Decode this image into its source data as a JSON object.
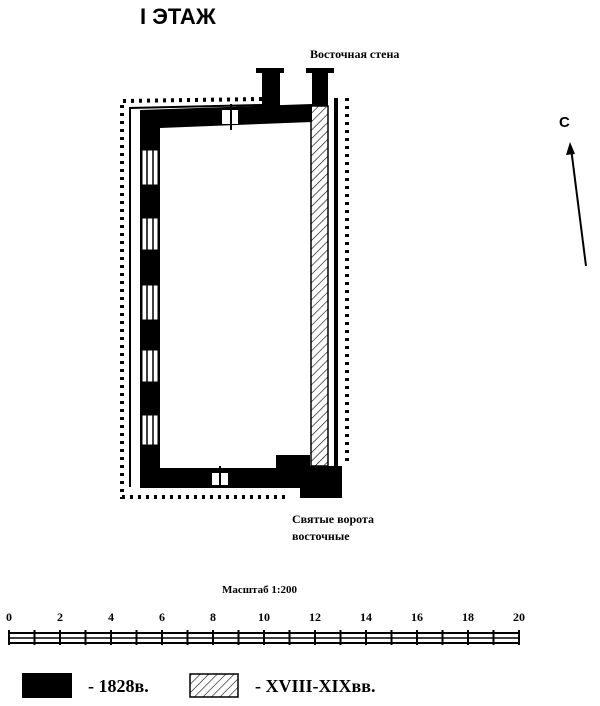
{
  "title": "I ЭТАЖ",
  "labels": {
    "east_wall": "Восточная стена",
    "gate_line1": "Святые ворота",
    "gate_line2": "восточные",
    "north": "С"
  },
  "scale": {
    "title": "Масштаб 1:200",
    "ticks": [
      "0",
      "2",
      "4",
      "6",
      "8",
      "10",
      "12",
      "14",
      "16",
      "18",
      "20"
    ]
  },
  "legend": [
    {
      "label": "- 1828в.",
      "pattern": "solid",
      "color": "#000000"
    },
    {
      "label": "- XVIII-XIXвв.",
      "pattern": "hatched",
      "color": "#000000"
    }
  ]
}
